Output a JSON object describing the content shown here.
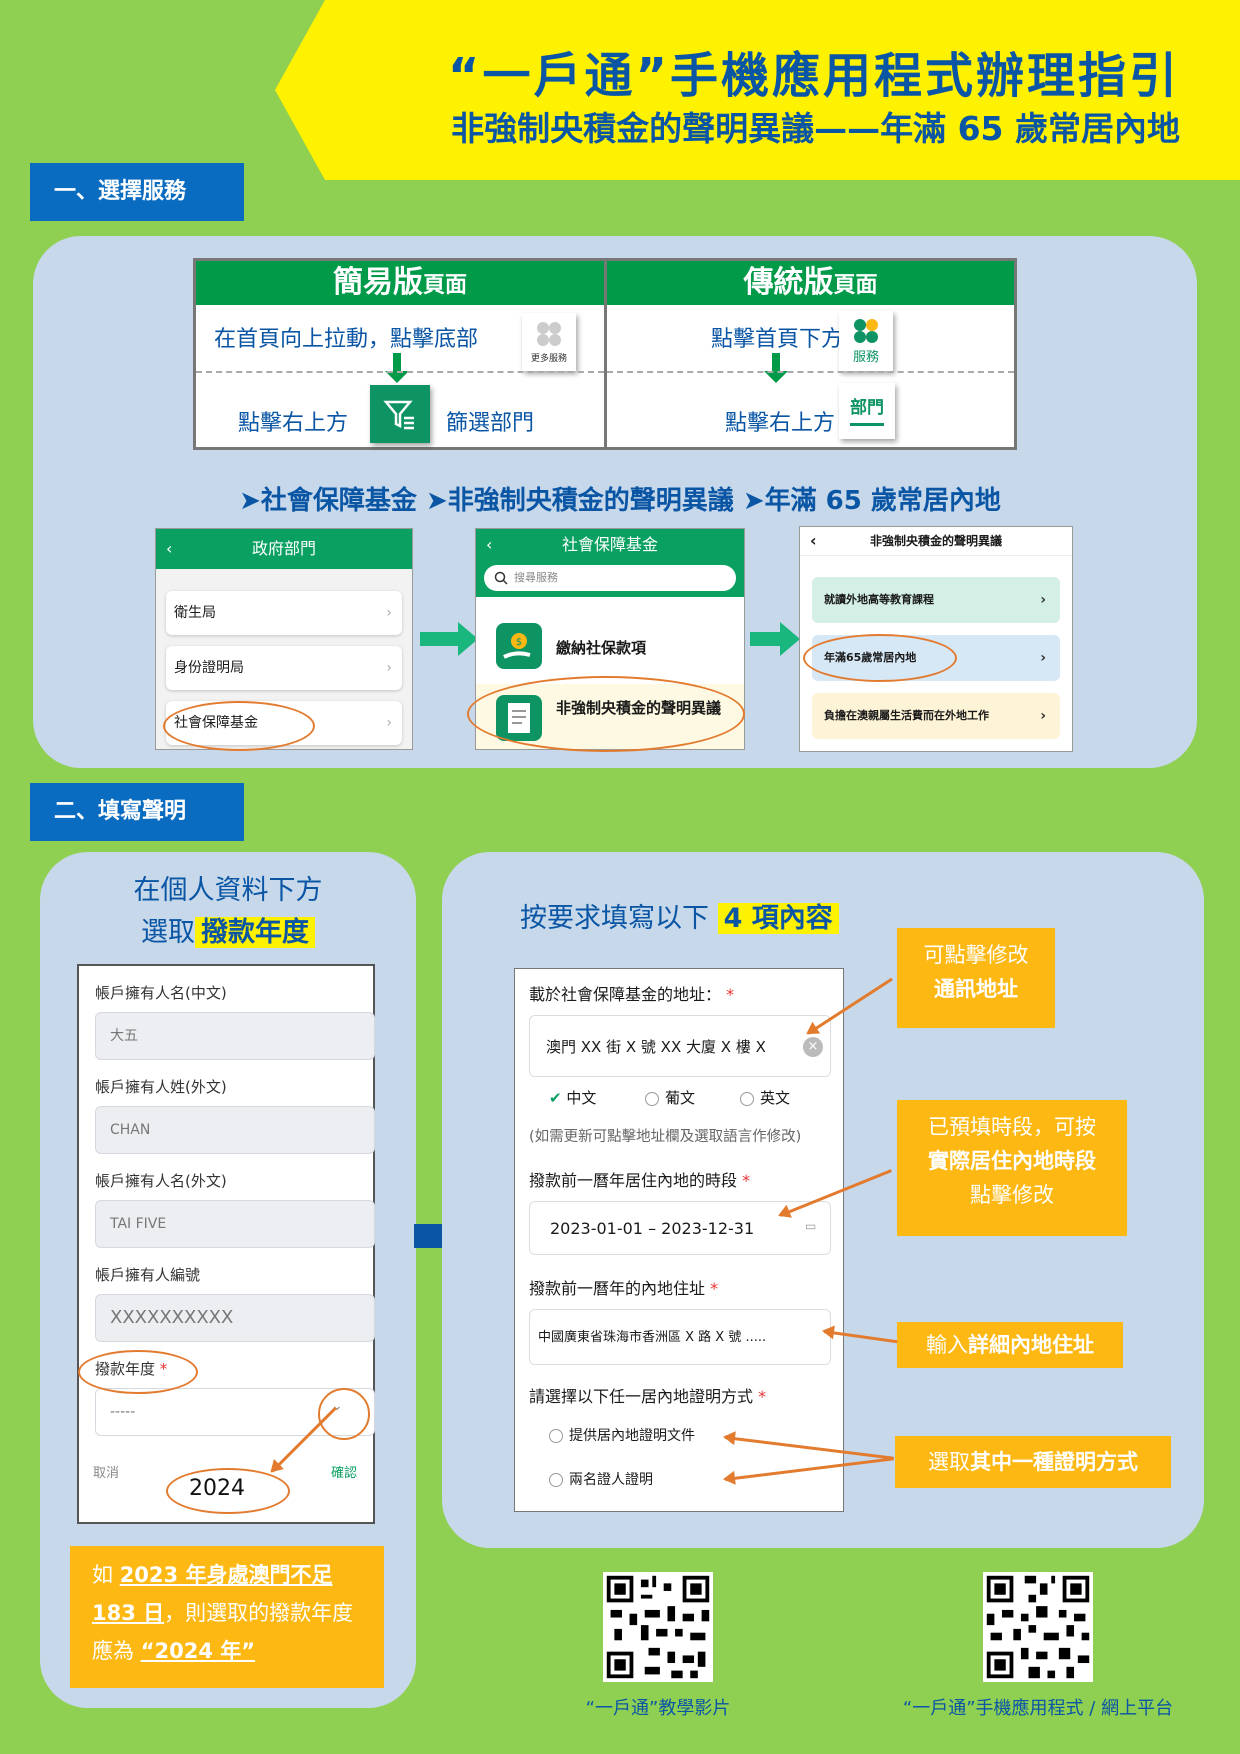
{
  "header": {
    "title": "“一戶通”手機應用程式辦理指引",
    "subtitle": "非強制央積金的聲明異議——年滿 65 歲常居內地"
  },
  "section1": {
    "tag": "一、選擇服務",
    "simple": {
      "head": "簡易版",
      "head_suffix": "頁面",
      "step1": "在首頁向上拉動，點擊底部",
      "step1_tile": "更多服務",
      "step2_pre": "點擊右上方",
      "step2_post": "篩選部門"
    },
    "classic": {
      "head": "傳統版",
      "head_suffix": "頁面",
      "step1": "點擊首頁下方",
      "step1_tile": "服務",
      "step2_pre": "點擊右上方",
      "step2_tile": "部門"
    },
    "path": [
      "社會保障基金",
      "非強制央積金的聲明異議",
      "年滿 65 歲常居內地"
    ],
    "screen1": {
      "title": "政府部門",
      "items": [
        "衛生局",
        "身份證明局",
        "社會保障基金"
      ]
    },
    "screen2": {
      "title": "社會保障基金",
      "search_placeholder": "搜尋服務",
      "items": [
        "繳納社保款項",
        "非強制央積金的聲明異議"
      ]
    },
    "screen3": {
      "title": "非強制央積金的聲明異議",
      "items": [
        "就讀外地高等教育課程",
        "年滿65歲常居內地",
        "負擔在澳親屬生活費而在外地工作"
      ]
    }
  },
  "section2": {
    "tag": "二、填寫聲明",
    "left": {
      "instr1": "在個人資料下方",
      "instr2_pre": "選取",
      "instr2_hl": "撥款年度",
      "fields": [
        {
          "label": "帳戶擁有人名(中文)",
          "value": "大五"
        },
        {
          "label": "帳戶擁有人姓(外文)",
          "value": "CHAN"
        },
        {
          "label": "帳戶擁有人名(外文)",
          "value": "TAI FIVE"
        },
        {
          "label": "帳戶擁有人編號",
          "value": "XXXXXXXXXX"
        }
      ],
      "year_label": "撥款年度",
      "year_placeholder": "-----",
      "cancel": "取消",
      "confirm": "確認",
      "year_value": "2024",
      "note_1": "如",
      "note_2": "2023 年身處澳門不足",
      "note_3": "183 日",
      "note_4": "，則選取的撥款年度",
      "note_5": "應為",
      "note_6": "“2024 年”"
    },
    "right": {
      "instr_pre": "按要求填寫以下",
      "instr_hl": "4 項內容",
      "addr_label": "載於社會保障基金的地址：",
      "addr_value": "澳門 XX 街 X 號 XX 大廈 X 樓 X",
      "lang": [
        "中文",
        "葡文",
        "英文"
      ],
      "addr_hint": "(如需更新可點擊地址欄及選取語言作修改)",
      "period_label": "撥款前一曆年居住內地的時段",
      "period_value": "2023-01-01 – 2023-12-31",
      "mainland_label": "撥款前一曆年的內地住址",
      "mainland_value": "中國廣東省珠海市香洲區 X 路 X 號 .....",
      "proof_label": "請選擇以下任一居內地證明方式",
      "proof_options": [
        "提供居內地證明文件",
        "兩名證人證明"
      ],
      "notes": {
        "n1_a": "可點擊修改",
        "n1_b": "通訊地址",
        "n2_a": "已預填時段，可按",
        "n2_b": "實際居住內地時段",
        "n2_c": "點擊修改",
        "n3_a": "輸入",
        "n3_b": "詳細內地住址",
        "n4_a": "選取",
        "n4_b": "其中一種證明方式"
      }
    }
  },
  "footer": {
    "qr1_label": "“一戶通”教學影片",
    "qr2_label": "“一戶通”手機應用程式 / 網上平台"
  },
  "colors": {
    "background": "#8fcf52",
    "banner": "#fff200",
    "title": "#0a56a5",
    "section_tag": "#0a6cc0",
    "panel": "#c6d8ea",
    "green_header": "#009a49",
    "note_orange": "#fdb813",
    "callout_line": "#e37b2f"
  }
}
